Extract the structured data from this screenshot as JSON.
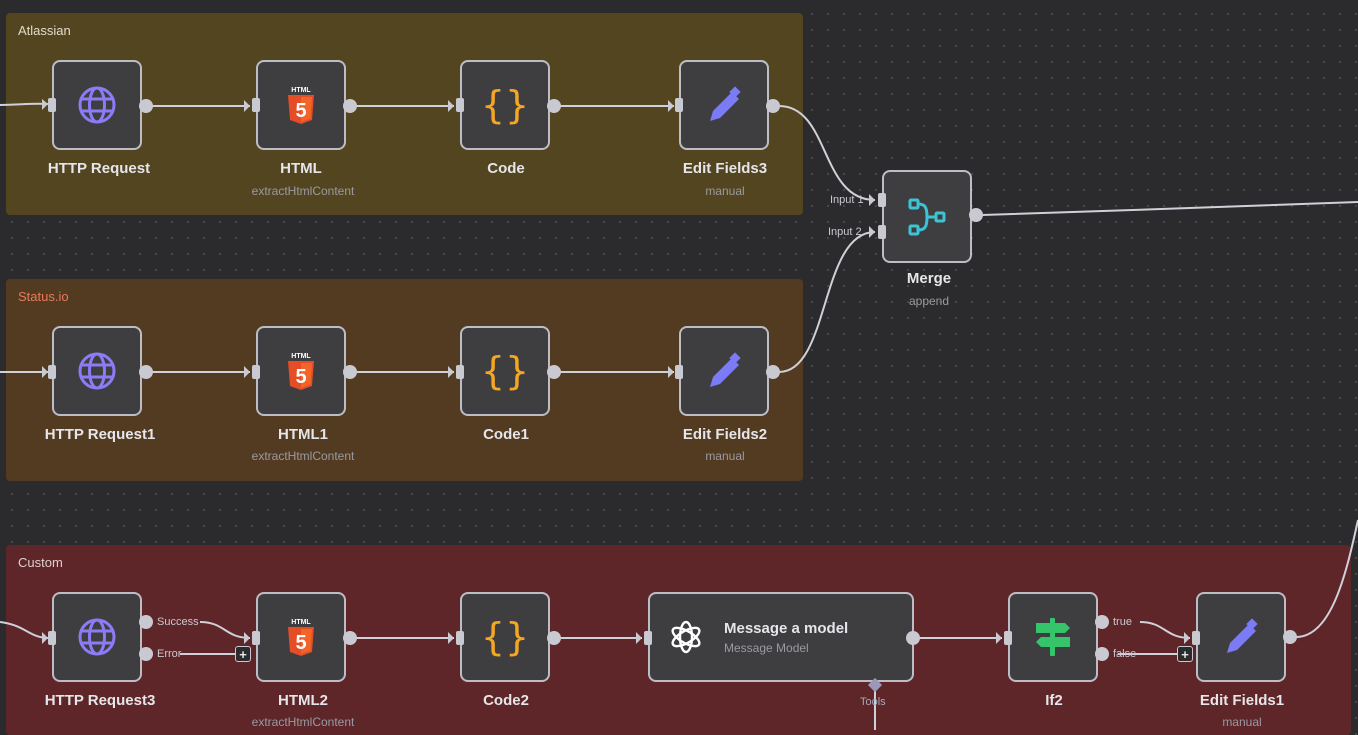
{
  "canvas": {
    "groups": [
      {
        "id": "atlassian",
        "title": "Atlassian",
        "color": "#524520"
      },
      {
        "id": "statusio",
        "title": "Status.io",
        "color": "#523b20"
      },
      {
        "id": "custom",
        "title": "Custom",
        "color": "#5e2628"
      }
    ],
    "nodes": {
      "http_request": {
        "label": "HTTP Request",
        "icon": "globe-icon"
      },
      "html": {
        "label": "HTML",
        "sublabel": "extractHtmlContent",
        "icon": "html5-icon"
      },
      "code": {
        "label": "Code",
        "icon": "code-braces-icon"
      },
      "edit_fields3": {
        "label": "Edit Fields3",
        "sublabel": "manual",
        "icon": "pencil-icon"
      },
      "merge": {
        "label": "Merge",
        "sublabel": "append",
        "icon": "merge-icon",
        "inputs": [
          "Input 1",
          "Input 2"
        ]
      },
      "http_request1": {
        "label": "HTTP Request1",
        "icon": "globe-icon"
      },
      "html1": {
        "label": "HTML1",
        "sublabel": "extractHtmlContent",
        "icon": "html5-icon"
      },
      "code1": {
        "label": "Code1",
        "icon": "code-braces-icon"
      },
      "edit_fields2": {
        "label": "Edit Fields2",
        "sublabel": "manual",
        "icon": "pencil-icon"
      },
      "http_request3": {
        "label": "HTTP Request3",
        "icon": "globe-icon",
        "outputs": [
          "Success",
          "Error"
        ]
      },
      "html2": {
        "label": "HTML2",
        "sublabel": "extractHtmlContent",
        "icon": "html5-icon"
      },
      "code2": {
        "label": "Code2",
        "icon": "code-braces-icon"
      },
      "message_model": {
        "label": "Message a model",
        "sublabel": "Message Model",
        "icon": "openai-icon",
        "sub_port": "Tools"
      },
      "if2": {
        "label": "If2",
        "icon": "signpost-icon",
        "outputs": [
          "true",
          "false"
        ]
      },
      "edit_fields1": {
        "label": "Edit Fields1",
        "sublabel": "manual",
        "icon": "pencil-icon"
      }
    },
    "plus_label": "+",
    "colors": {
      "globe": "#8b7cf6",
      "html5": "#e44d26",
      "code": "#f5a623",
      "pencil": "#7b7bf5",
      "merge": "#3cc4d4",
      "if": "#35c46a",
      "wire": "#d0d0d8"
    }
  }
}
